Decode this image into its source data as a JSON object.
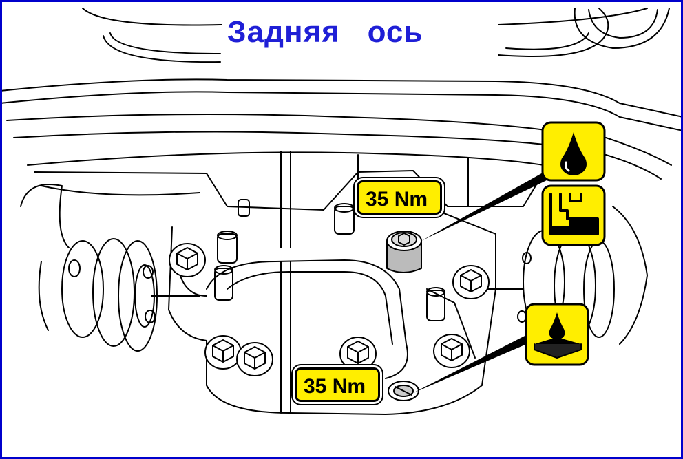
{
  "title": "Задняя   ось",
  "torque_labels": [
    {
      "text": "35 Nm"
    },
    {
      "text": "35 Nm"
    }
  ],
  "icons": [
    "oil-drop-icon",
    "oil-level-icon",
    "oil-drain-icon"
  ],
  "colors": {
    "frame": "#0000cc",
    "title": "#1f1fd6",
    "badge": "#ffee00",
    "line": "#000000"
  }
}
